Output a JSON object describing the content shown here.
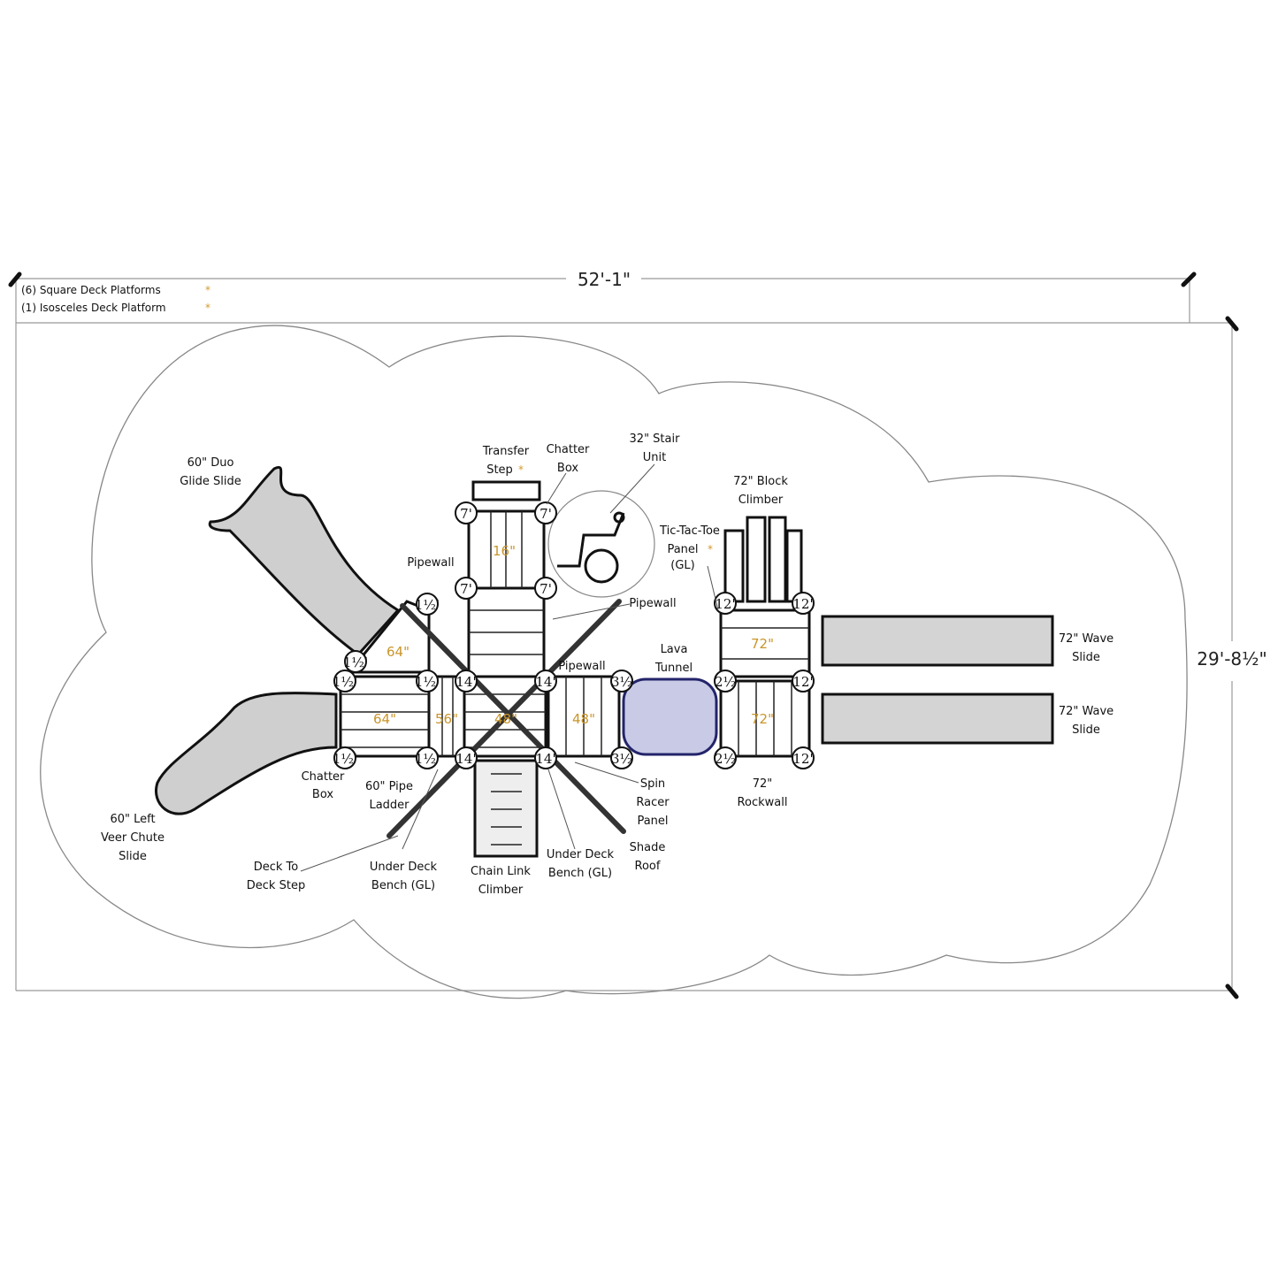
{
  "notes": {
    "square_decks": "(6) Square Deck Platforms",
    "isosceles_deck": "(1) Isosceles Deck Platform",
    "star": "*"
  },
  "dimensions": {
    "width": "52'-1\"",
    "depth": "29'-8½\""
  },
  "decks": {
    "iso_64": "64\"",
    "left_64": "64\"",
    "d56": "56\"",
    "center_48": "48\"",
    "right_48": "48\"",
    "transfer_16": "16\"",
    "top_72": "72\"",
    "bottom_72": "72\""
  },
  "posts": {
    "p7": "7'",
    "p1h": "1½'",
    "p14": "14'",
    "p3h": "3½",
    "p2h": "2½",
    "p12": "12'"
  },
  "labels": {
    "duo_slide": [
      "60\" Duo",
      "Glide Slide"
    ],
    "transfer_step": [
      "Transfer",
      "Step"
    ],
    "chatter_box_top": [
      "Chatter",
      "Box"
    ],
    "stair_unit": [
      "32\" Stair",
      "Unit"
    ],
    "block_climber": [
      "72\" Block",
      "Climber"
    ],
    "tictactoe": [
      "Tic-Tac-Toe",
      "Panel",
      "(GL)"
    ],
    "pipewall_left": [
      "Pipewall"
    ],
    "pipewall_right": [
      "Pipewall"
    ],
    "pipewall_mid": [
      "Pipewall"
    ],
    "lava_tunnel": [
      "Lava",
      "Tunnel"
    ],
    "wave_slide_1": [
      "72\" Wave",
      "Slide"
    ],
    "wave_slide_2": [
      "72\" Wave",
      "Slide"
    ],
    "chatter_box_bottom": [
      "Chatter",
      "Box"
    ],
    "pipe_ladder": [
      "60\" Pipe",
      "Ladder"
    ],
    "veer_chute": [
      "60\" Left",
      "Veer Chute",
      "Slide"
    ],
    "deck_step": [
      "Deck To",
      "Deck Step"
    ],
    "bench_left": [
      "Under Deck",
      "Bench (GL)"
    ],
    "chain_climber": [
      "Chain Link",
      "Climber"
    ],
    "bench_right": [
      "Under Deck",
      "Bench (GL)"
    ],
    "shade_roof": [
      "Shade",
      "Roof"
    ],
    "spin_racer": [
      "Spin",
      "Racer",
      "Panel"
    ],
    "rockwall": [
      "72\"",
      "Rockwall"
    ]
  }
}
